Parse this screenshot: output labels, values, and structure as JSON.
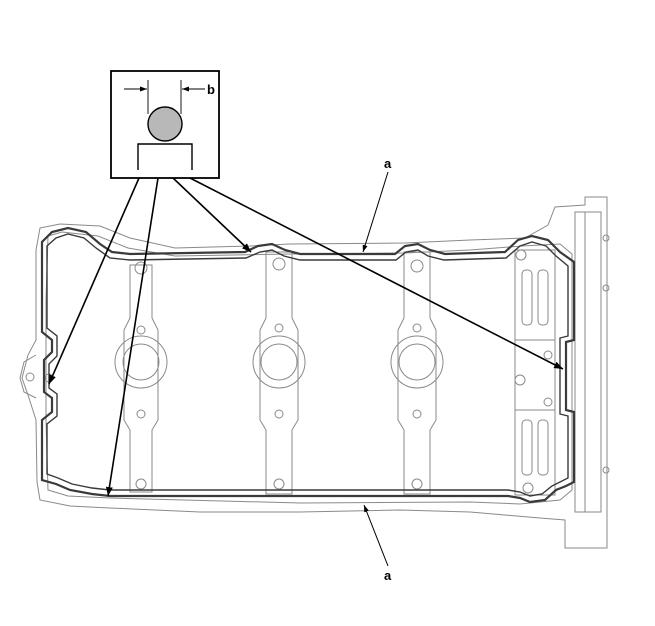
{
  "diagram": {
    "callouts": {
      "top_a": "a",
      "bottom_a": "a",
      "detail_b": "b"
    },
    "colors": {
      "line": "#000000",
      "part_line": "#8a8a8a",
      "gasket": "#3a3a3a",
      "bead_fill": "#b8b8b8",
      "paper": "#ffffff"
    }
  }
}
